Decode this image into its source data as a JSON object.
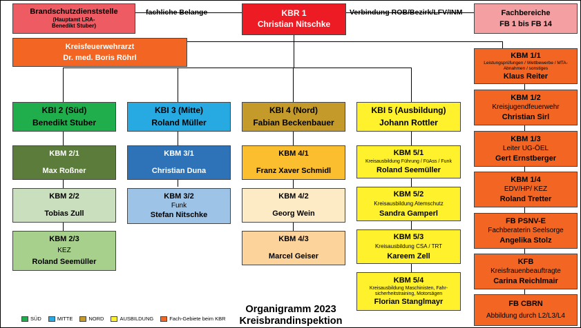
{
  "top": {
    "brandschutz": {
      "l1": "Brandschutzdienststelle",
      "l2": "(Hauptamt LRA-",
      "l3": "Benedikt Stuber)"
    },
    "fachliche": "fachliche Belange",
    "kbr": {
      "title": "KBR 1",
      "name": "Christian Nitschke"
    },
    "verbindung": "Verbindung ROB/Bezirk/LFV/INM",
    "fachbereiche": {
      "l1": "Fachbereiche",
      "l2": "FB 1 bis FB 14"
    },
    "kfa": {
      "l1": "Kreisfeuerwehrarzt",
      "l2": "Dr. med. Boris Röhrl"
    }
  },
  "kbi": [
    {
      "title": "KBI 2 (Süd)",
      "name": "Benedikt Stuber"
    },
    {
      "title": "KBI 3 (Mitte)",
      "name": "Roland Müller"
    },
    {
      "title": "KBI 4 (Nord)",
      "name": "Fabian Beckenbauer"
    },
    {
      "title": "KBI 5 (Ausbildung)",
      "name": "Johann Rottler"
    }
  ],
  "sued": [
    {
      "title": "KBM 2/1",
      "sub": "",
      "name": "Max Roßner"
    },
    {
      "title": "KBM 2/2",
      "sub": "",
      "name": "Tobias Zull"
    },
    {
      "title": "KBM 2/3",
      "sub": "KEZ",
      "name": "Roland Seemüller"
    }
  ],
  "mitte": [
    {
      "title": "KBM 3/1",
      "sub": "",
      "name": "Christian Duna"
    },
    {
      "title": "KBM 3/2",
      "sub": "Funk",
      "name": "Stefan Nitschke"
    }
  ],
  "nord": [
    {
      "title": "KBM 4/1",
      "sub": "",
      "name": "Franz Xaver Schmidl"
    },
    {
      "title": "KBM 4/2",
      "sub": "",
      "name": "Georg Wein"
    },
    {
      "title": "KBM 4/3",
      "sub": "",
      "name": "Marcel Geiser"
    }
  ],
  "ausbildung": [
    {
      "title": "KBM 5/1",
      "sub": "Kreisausbildung Führung / FüAss / Funk",
      "name": "Roland Seemüller"
    },
    {
      "title": "KBM 5/2",
      "sub": "Kreisausbildung Atemschutz",
      "name": "Sandra Gamperl"
    },
    {
      "title": "KBM 5/3",
      "sub": "Kreisausbildung CSA / TRT",
      "name": "Kareem Zell"
    },
    {
      "title": "KBM 5/4",
      "sub": "Kreisausbildung Maschinisten, Fahr-sicherheitstraining, Motorsägen",
      "name": "Florian Stanglmayr"
    }
  ],
  "fach": [
    {
      "title": "KBM 1/1",
      "sub": "Leistungsprüfungen / Wettbewerbe / MTA-Abnahmen / sonstiges",
      "name": "Klaus Reiter"
    },
    {
      "title": "KBM 1/2",
      "sub": "Kreisjugendfeuerwehr",
      "name": "Christian Sirl"
    },
    {
      "title": "KBM 1/3",
      "sub": "Leiter UG-ÖEL",
      "name": "Gert Ernstberger"
    },
    {
      "title": "KBM 1/4",
      "sub": "EDV/HP/ KEZ",
      "name": "Roland Tretter"
    },
    {
      "title": "FB PSNV-E",
      "sub": "Fachberaterin Seelsorge",
      "name": "Angelika Stolz"
    },
    {
      "title": "KFB",
      "sub": "Kreisfrauenbeauftragte",
      "name": "Carina Reichlmair"
    },
    {
      "title": "FB CBRN",
      "sub": "Abbildung durch L2/L3/L4",
      "name": ""
    }
  ],
  "legend": [
    {
      "label": "SÜD",
      "color": "#1fae4b"
    },
    {
      "label": "MITTE",
      "color": "#27a9e1"
    },
    {
      "label": "NORD",
      "color": "#c49a2a"
    },
    {
      "label": "AUSBILDUNG",
      "color": "#fff22d"
    },
    {
      "label": "Fach-Gebiete beim KBR",
      "color": "#f26522"
    }
  ],
  "title": {
    "l1": "Organigramm 2023",
    "l2": "Kreisbrandinspektion"
  }
}
